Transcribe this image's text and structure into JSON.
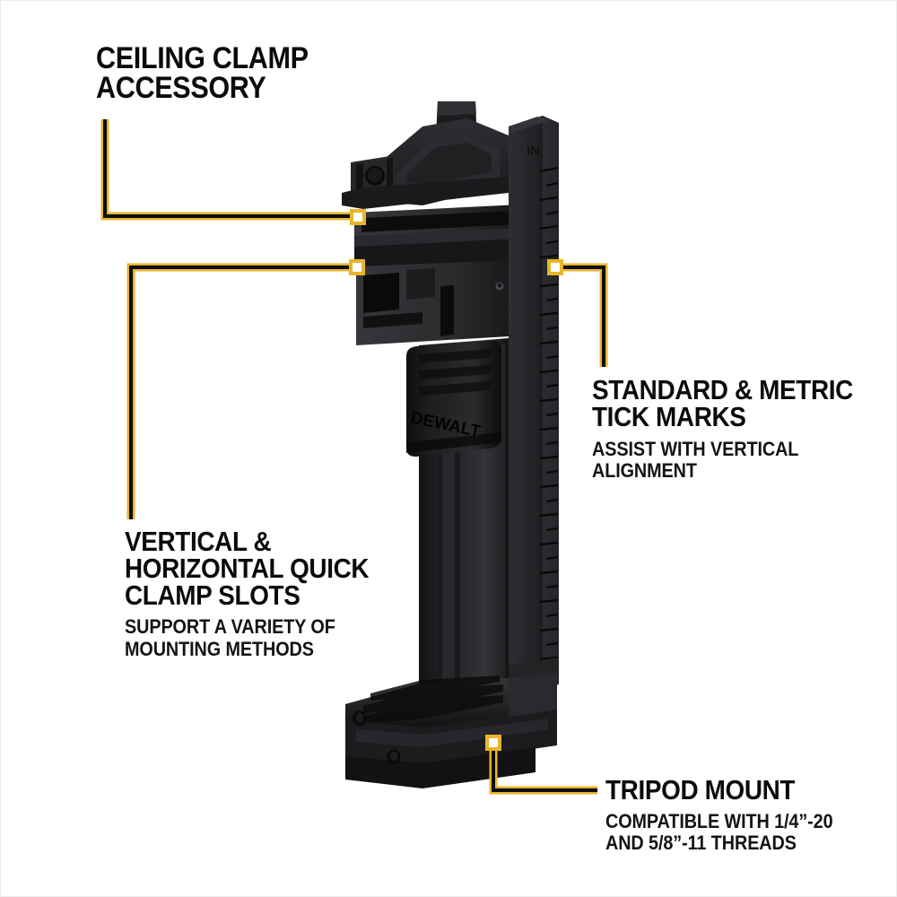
{
  "image": {
    "kind": "product-feature-infographic",
    "background_color": "#ffffff",
    "border_color": "#ececec",
    "accent_color": "#E8B52B",
    "line_color": "#0d0d0d",
    "text_color": "#0b0b0b",
    "product_color": "#2a2a2c"
  },
  "product": {
    "name": "laser-mount-bracket",
    "brand_label": "DEWALT",
    "scale_unit_label": "IN"
  },
  "callouts": [
    {
      "id": "ceiling-clamp",
      "headline": "CEILING CLAMP\nACCESSORY",
      "subline": ""
    },
    {
      "id": "tick-marks",
      "headline": "STANDARD & METRIC\nTICK MARKS",
      "subline": "ASSIST WITH VERTICAL\nALIGNMENT"
    },
    {
      "id": "clamp-slots",
      "headline": "VERTICAL &\nHORIZONTAL QUICK\nCLAMP SLOTS",
      "subline": "SUPPORT A VARIETY OF\nMOUNTING METHODS"
    },
    {
      "id": "tripod-mount",
      "headline": "TRIPOD MOUNT",
      "subline": "COMPATIBLE WITH 1/4”-20\nAND 5/8”-11 THREADS"
    }
  ]
}
